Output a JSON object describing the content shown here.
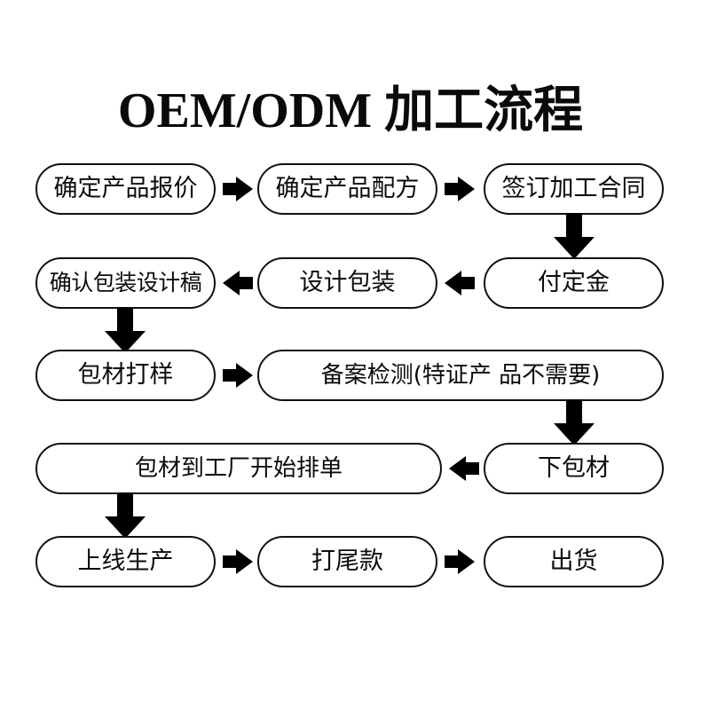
{
  "title": "OEM/ODM 加工流程",
  "theme": {
    "background": "#ffffff",
    "line_color": "#111111",
    "text_color": "#0b0b0b",
    "arrow_color": "#000000"
  },
  "chart_data": {
    "type": "diagram",
    "title": "OEM/ODM 加工流程",
    "subtype": "flowchart-boustrophedon",
    "nodes": [
      {
        "id": "n1",
        "label": "确定产品报价",
        "row": 1,
        "col": 1
      },
      {
        "id": "n2",
        "label": "确定产品配方",
        "row": 1,
        "col": 2
      },
      {
        "id": "n3",
        "label": "签订加工合同",
        "row": 1,
        "col": 3
      },
      {
        "id": "n4",
        "label": "付定金",
        "row": 2,
        "col": 3
      },
      {
        "id": "n5",
        "label": "设计包装",
        "row": 2,
        "col": 2
      },
      {
        "id": "n6",
        "label": "确认包装设计稿",
        "row": 2,
        "col": 1
      },
      {
        "id": "n7",
        "label": "包材打样",
        "row": 3,
        "col": 1
      },
      {
        "id": "n8",
        "label": "备案检测(特证产 品不需要)",
        "row": 3,
        "col": "2-3"
      },
      {
        "id": "n9",
        "label": "下包材",
        "row": 4,
        "col": 3
      },
      {
        "id": "n10",
        "label": "包材到工厂开始排单",
        "row": 4,
        "col": "1-2"
      },
      {
        "id": "n11",
        "label": "上线生产",
        "row": 5,
        "col": 1
      },
      {
        "id": "n12",
        "label": "打尾款",
        "row": 5,
        "col": 2
      },
      {
        "id": "n13",
        "label": "出货",
        "row": 5,
        "col": 3
      }
    ],
    "edges": [
      {
        "from": "n1",
        "to": "n2",
        "direction": "right"
      },
      {
        "from": "n2",
        "to": "n3",
        "direction": "right"
      },
      {
        "from": "n3",
        "to": "n4",
        "direction": "down"
      },
      {
        "from": "n4",
        "to": "n5",
        "direction": "left"
      },
      {
        "from": "n5",
        "to": "n6",
        "direction": "left"
      },
      {
        "from": "n6",
        "to": "n7",
        "direction": "down"
      },
      {
        "from": "n7",
        "to": "n8",
        "direction": "right"
      },
      {
        "from": "n8",
        "to": "n9",
        "direction": "down"
      },
      {
        "from": "n9",
        "to": "n10",
        "direction": "left"
      },
      {
        "from": "n10",
        "to": "n11",
        "direction": "down"
      },
      {
        "from": "n11",
        "to": "n12",
        "direction": "right"
      },
      {
        "from": "n12",
        "to": "n13",
        "direction": "right"
      }
    ]
  }
}
